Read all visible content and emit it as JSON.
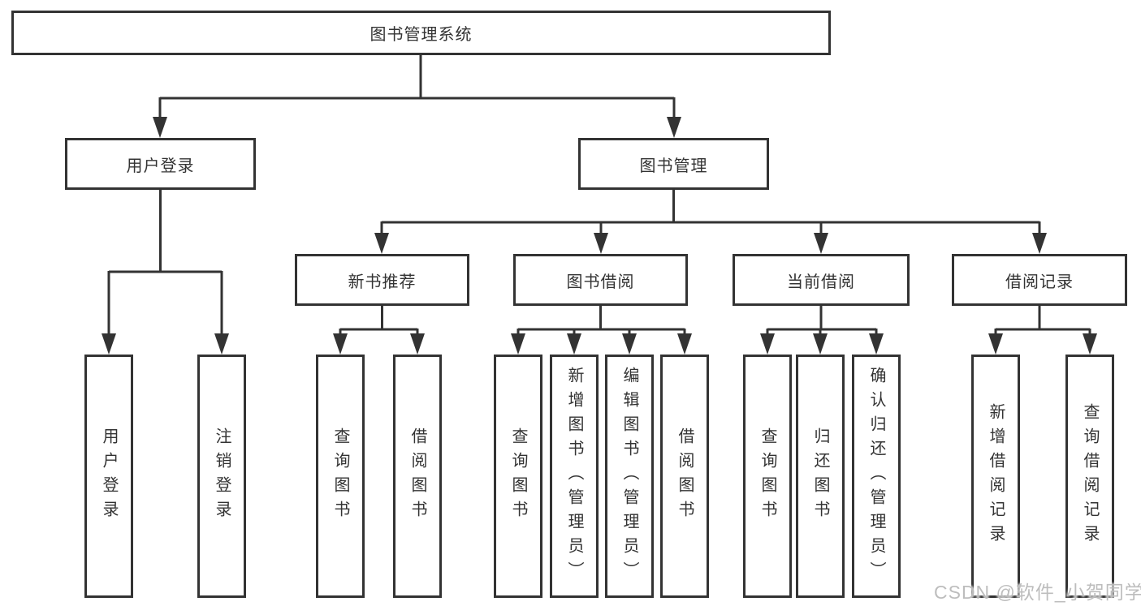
{
  "tree": {
    "root": {
      "label": "图书管理系统"
    },
    "branches": [
      {
        "label": "用户登录",
        "children": [
          "用户登录",
          "注销登录"
        ]
      },
      {
        "label": "图书管理",
        "groups": [
          {
            "label": "新书推荐",
            "children": [
              "查询图书",
              "借阅图书"
            ]
          },
          {
            "label": "图书借阅",
            "children": [
              "查询图书",
              "新增图书（管理员）",
              "编辑图书（管理员）",
              "借阅图书"
            ]
          },
          {
            "label": "当前借阅",
            "children": [
              "查询图书",
              "归还图书",
              "确认归还（管理员）"
            ]
          },
          {
            "label": "借阅记录",
            "children": [
              "新增借阅记录",
              "查询借阅记录"
            ]
          }
        ]
      }
    ]
  },
  "watermark": "CSDN @软件_小贺同学",
  "colors": {
    "line": "#333333",
    "box_border": "#333333",
    "text": "#333333",
    "watermark": "#b9b9b9",
    "background": "#ffffff"
  }
}
